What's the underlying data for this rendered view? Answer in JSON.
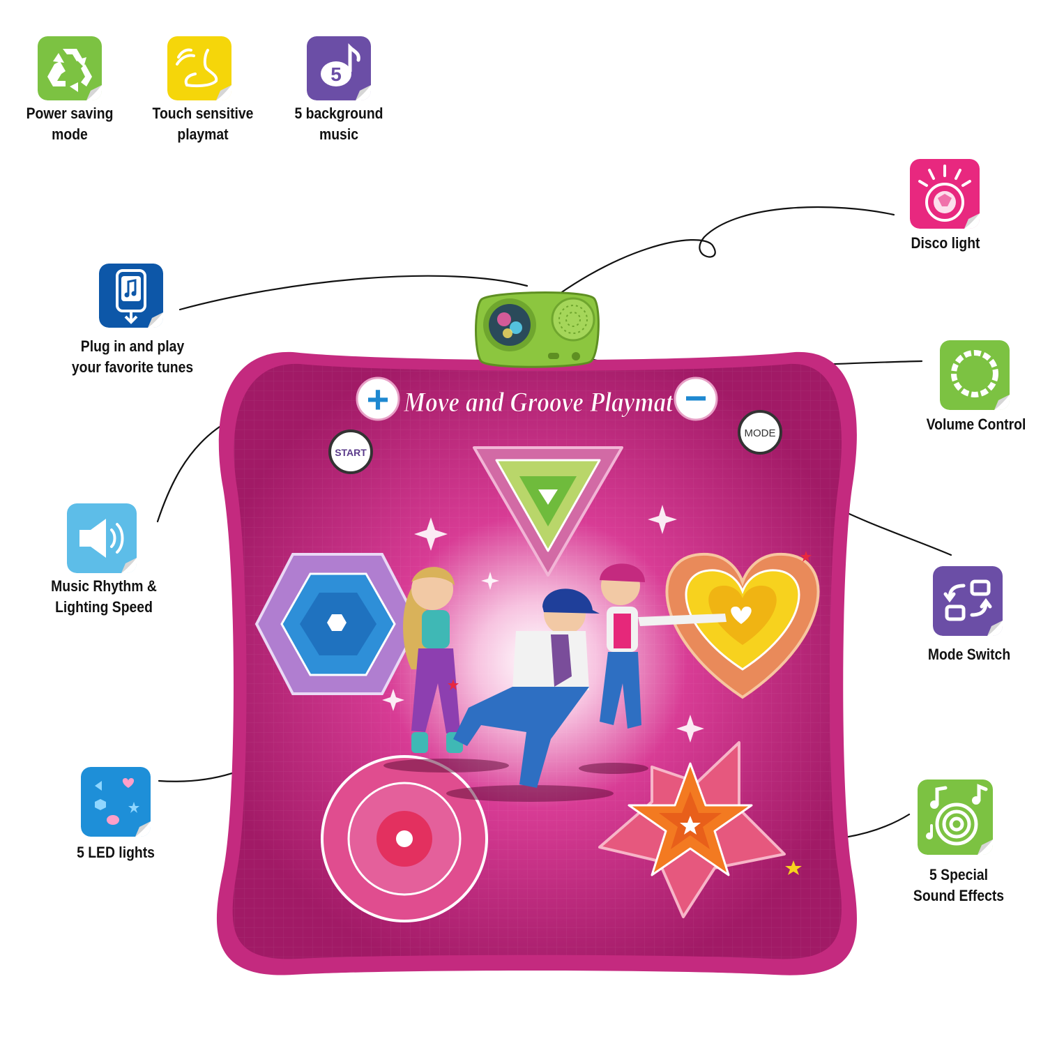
{
  "features": {
    "power_saving": {
      "line1": "Power saving",
      "line2": "mode",
      "icon": "recycle-icon",
      "color": "#7cc242"
    },
    "touch_sensitive": {
      "line1": "Touch sensitive",
      "line2": "playmat",
      "icon": "touch-foot-icon",
      "color": "#f5d60a"
    },
    "background_music": {
      "line1": "5 background",
      "line2": "music",
      "icon": "music-five-icon",
      "color": "#6b4ea6"
    },
    "disco_light": {
      "line1": "Disco light",
      "icon": "disco-ball-icon",
      "color": "#e8287f"
    },
    "plug_and_play": {
      "line1": "Plug in and play",
      "line2": "your favorite tunes",
      "icon": "music-player-icon",
      "color": "#0d57a8"
    },
    "volume_control": {
      "line1": "Volume Control",
      "icon": "volume-dial-icon",
      "color": "#7cc242"
    },
    "rhythm_speed": {
      "line1": "Music Rhythm &",
      "line2": "Lighting Speed",
      "icon": "speaker-icon",
      "color": "#5dbde8"
    },
    "mode_switch": {
      "line1": "Mode Switch",
      "icon": "mode-switch-icon",
      "color": "#6b4ea6"
    },
    "led_lights": {
      "line1": "5 LED lights",
      "icon": "led-shapes-icon",
      "color": "#1e8fd8"
    },
    "sound_effects": {
      "line1": "5 Special",
      "line2": "Sound Effects",
      "icon": "music-notes-icon",
      "color": "#7cc242"
    }
  },
  "playmat": {
    "title": "Move and Groove Playmat",
    "plus_symbol": "+",
    "minus_symbol": "−",
    "start_label": "START",
    "mode_label": "MODE",
    "mat_color": "#b3206f",
    "pads": {
      "triangle": {
        "icon": "triangle-pad-icon",
        "color": "#8cc63f"
      },
      "hexagon": {
        "icon": "hexagon-pad-icon",
        "color": "#1e88d0"
      },
      "heart": {
        "icon": "heart-pad-icon",
        "color": "#f7c81e"
      },
      "circle": {
        "icon": "circle-pad-icon",
        "color": "#e83e7a"
      },
      "star": {
        "icon": "star-pad-icon",
        "color": "#f37a21"
      }
    }
  }
}
